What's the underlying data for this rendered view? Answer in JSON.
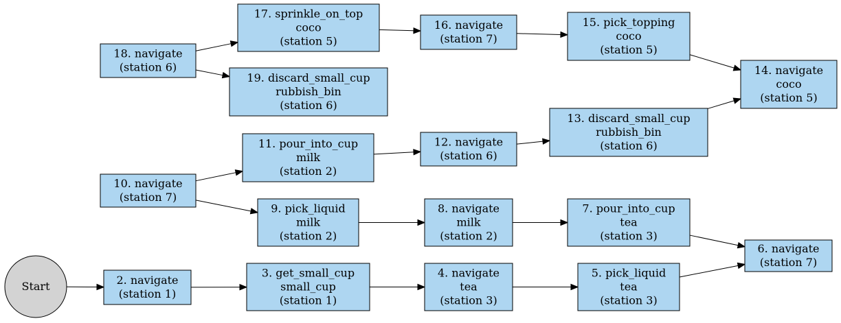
{
  "diagram": {
    "nodes": [
      {
        "id": "start",
        "shape": "circle",
        "lines": [
          "Start"
        ]
      },
      {
        "id": "n2",
        "lines": [
          "2. navigate",
          "(station 1)"
        ]
      },
      {
        "id": "n3",
        "lines": [
          "3. get_small_cup",
          "small_cup",
          "(station 1)"
        ]
      },
      {
        "id": "n4",
        "lines": [
          "4. navigate",
          "tea",
          "(station 3)"
        ]
      },
      {
        "id": "n5",
        "lines": [
          "5. pick_liquid",
          "tea",
          "(station 3)"
        ]
      },
      {
        "id": "n6",
        "lines": [
          "6. navigate",
          "(station 7)"
        ]
      },
      {
        "id": "n7",
        "lines": [
          "7. pour_into_cup",
          "tea",
          "(station 3)"
        ]
      },
      {
        "id": "n8",
        "lines": [
          "8. navigate",
          "milk",
          "(station 2)"
        ]
      },
      {
        "id": "n9",
        "lines": [
          "9. pick_liquid",
          "milk",
          "(station 2)"
        ]
      },
      {
        "id": "n10",
        "lines": [
          "10. navigate",
          "(station 7)"
        ]
      },
      {
        "id": "n11",
        "lines": [
          "11. pour_into_cup",
          "milk",
          "(station 2)"
        ]
      },
      {
        "id": "n12",
        "lines": [
          "12. navigate",
          "(station 6)"
        ]
      },
      {
        "id": "n13",
        "lines": [
          "13. discard_small_cup",
          "rubbish_bin",
          "(station 6)"
        ]
      },
      {
        "id": "n14",
        "lines": [
          "14. navigate",
          "coco",
          "(station 5)"
        ]
      },
      {
        "id": "n15",
        "lines": [
          "15. pick_topping",
          "coco",
          "(station 5)"
        ]
      },
      {
        "id": "n16",
        "lines": [
          "16. navigate",
          "(station 7)"
        ]
      },
      {
        "id": "n17",
        "lines": [
          "17. sprinkle_on_top",
          "coco",
          "(station 5)"
        ]
      },
      {
        "id": "n18",
        "lines": [
          "18. navigate",
          "(station 6)"
        ]
      },
      {
        "id": "n19",
        "lines": [
          "19. discard_small_cup",
          "rubbish_bin",
          "(station 6)"
        ]
      }
    ],
    "edges": [
      {
        "from": "start",
        "to": "n2"
      },
      {
        "from": "n2",
        "to": "n3"
      },
      {
        "from": "n3",
        "to": "n4"
      },
      {
        "from": "n4",
        "to": "n5"
      },
      {
        "from": "n5",
        "to": "n6"
      },
      {
        "from": "n7",
        "to": "n6"
      },
      {
        "from": "n8",
        "to": "n7"
      },
      {
        "from": "n9",
        "to": "n8"
      },
      {
        "from": "n10",
        "to": "n9"
      },
      {
        "from": "n10",
        "to": "n11"
      },
      {
        "from": "n11",
        "to": "n12"
      },
      {
        "from": "n12",
        "to": "n13"
      },
      {
        "from": "n13",
        "to": "n14"
      },
      {
        "from": "n15",
        "to": "n14"
      },
      {
        "from": "n16",
        "to": "n15"
      },
      {
        "from": "n17",
        "to": "n16"
      },
      {
        "from": "n18",
        "to": "n17"
      },
      {
        "from": "n18",
        "to": "n19"
      }
    ],
    "colors": {
      "node_fill": "#aed6f1",
      "start_fill": "#d3d3d3",
      "stroke": "#000000",
      "background": "#ffffff"
    }
  }
}
